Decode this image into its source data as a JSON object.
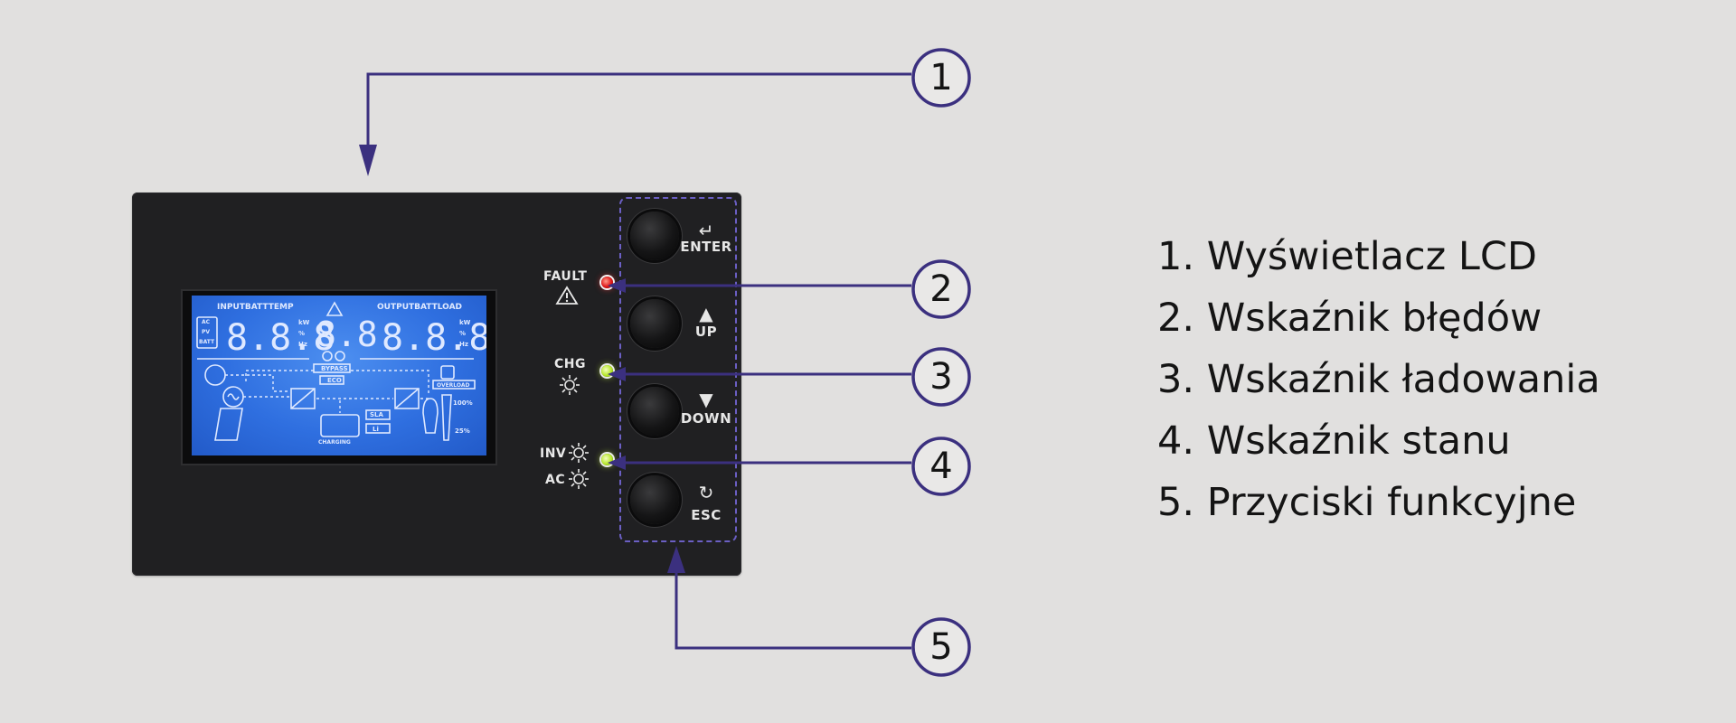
{
  "colors": {
    "background": "#e1e0df",
    "device": "#202022",
    "callout_line": "#3b307f",
    "lcd": "#2f6fe0",
    "led_red": "#e01818",
    "led_green": "#b7e82a"
  },
  "panel": {
    "indicators": {
      "fault": {
        "label": "FAULT",
        "icon": "warning-triangle-icon",
        "color": "red"
      },
      "chg": {
        "label": "CHG",
        "icon": "sun-icon",
        "color": "green"
      },
      "inv": {
        "label": "INV",
        "icon": "sun-icon",
        "color": "green"
      },
      "ac": {
        "label": "AC",
        "icon": "sun-icon"
      }
    },
    "buttons": [
      {
        "label": "ENTER",
        "icon": "enter-icon",
        "glyph": "↵"
      },
      {
        "label": "UP",
        "icon": "up-arrow-icon",
        "glyph": "▲"
      },
      {
        "label": "DOWN",
        "icon": "down-arrow-icon",
        "glyph": "▼"
      },
      {
        "label": "ESC",
        "icon": "back-icon",
        "glyph": "↻"
      }
    ]
  },
  "lcd": {
    "header_left": "INPUTBATTTEMP",
    "header_right": "OUTPUTBATTLOAD",
    "digits_left": "8.8.8",
    "digits_mid": "8.8",
    "digits_right": "8.8.8",
    "units_left": [
      "kW",
      "%",
      "Hz"
    ],
    "units_right": [
      "kW",
      "%",
      "Hz"
    ],
    "side_tags": [
      "AC",
      "PV",
      "BATT"
    ],
    "bypass": "BYPASS",
    "eco": "ECO",
    "overload": "OVERLOAD",
    "charging": "CHARGING",
    "sla": "SLA",
    "li": "Li",
    "load_high": "100%",
    "load_low": "25%"
  },
  "callouts": [
    "1",
    "2",
    "3",
    "4",
    "5"
  ],
  "legend": [
    "1. Wyświetlacz LCD",
    "2. Wskaźnik błędów",
    "3. Wskaźnik ładowania",
    "4. Wskaźnik stanu",
    "5. Przyciski funkcyjne"
  ]
}
